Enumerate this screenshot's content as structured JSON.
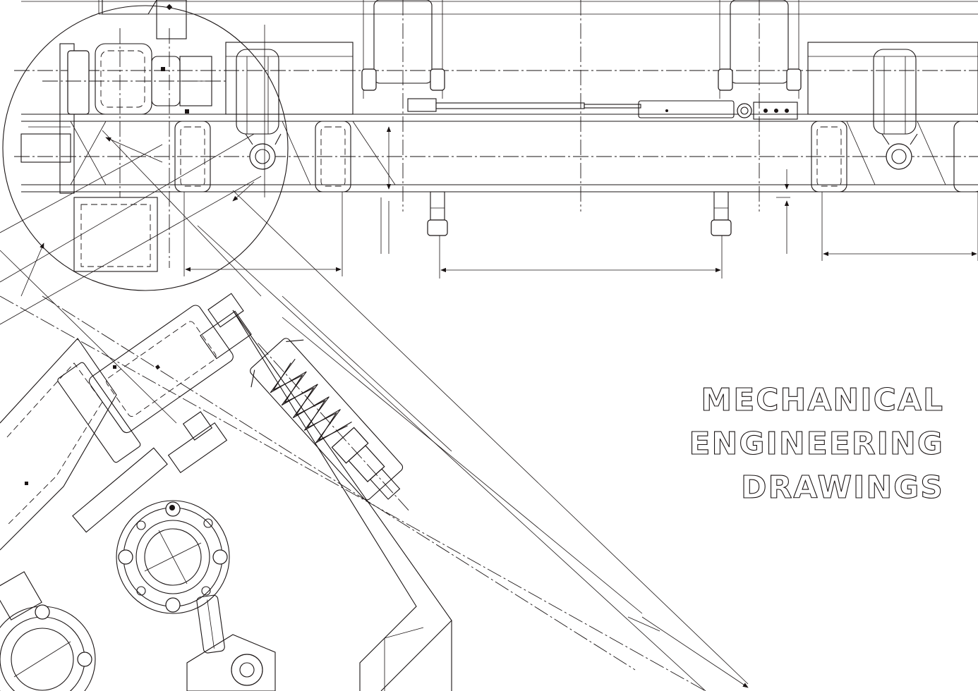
{
  "title": {
    "line1": "MECHANICAL",
    "line2": "ENGINEERING",
    "line3": "DRAWINGS"
  },
  "colors": {
    "background": "#ffffff",
    "ink": "#1a1414"
  }
}
